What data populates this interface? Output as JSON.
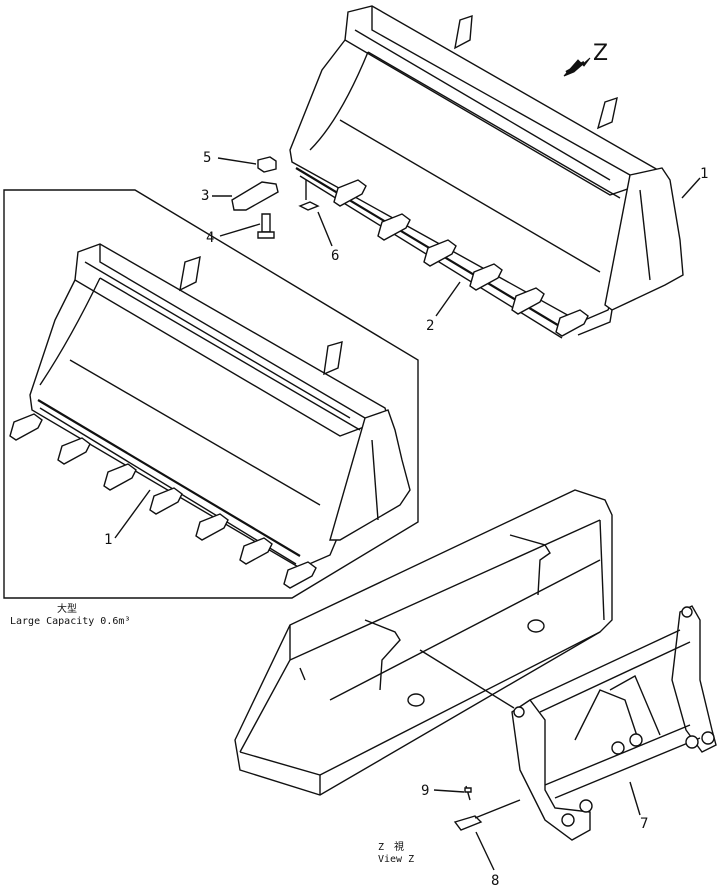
{
  "labels": {
    "z_arrow": "Z",
    "part1_top": "1",
    "part2": "2",
    "part3": "3",
    "part4": "4",
    "part5": "5",
    "part6": "6",
    "part1_box": "1",
    "part7": "7",
    "part8": "8",
    "part9": "9",
    "large_capacity_jp": "大型",
    "large_capacity": "Large Capacity 0.6m³",
    "view_z_jp": "Z　視",
    "view_z": "View Z"
  }
}
